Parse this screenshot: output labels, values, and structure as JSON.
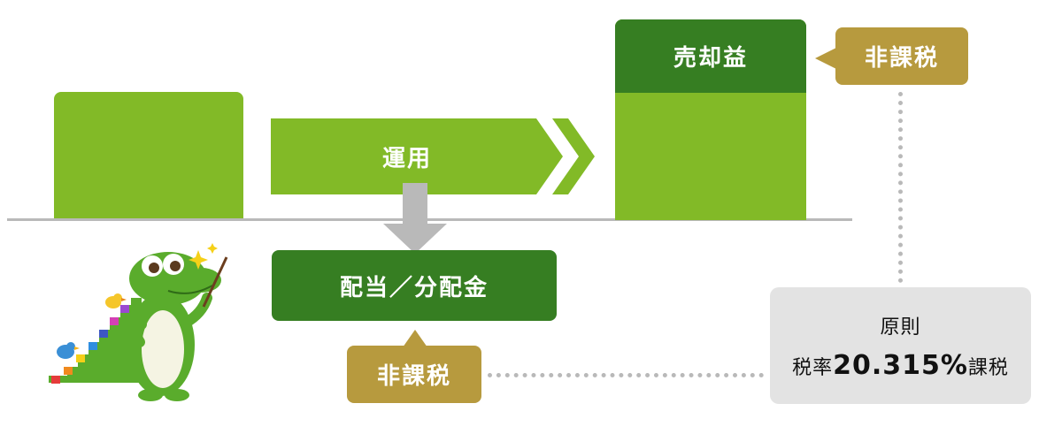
{
  "arrow_label": "運用",
  "sale_gain_label": "売却益",
  "dividend_label": "配当／分配金",
  "sale_tax_label": "非課税",
  "dividend_tax_label": "非課税",
  "principle": {
    "line1": "原則",
    "prefix": "税率",
    "rate": "20.315%",
    "suffix": "課税"
  },
  "colors": {
    "light_green": "#82ba27",
    "dark_green": "#367e22",
    "gold": "#b79a3e",
    "gray_box": "#e3e3e3",
    "dotted": "#b9b9b9"
  },
  "icons": [
    "mascot-crocodile-icon",
    "sparkle-icon",
    "bird-icon"
  ]
}
